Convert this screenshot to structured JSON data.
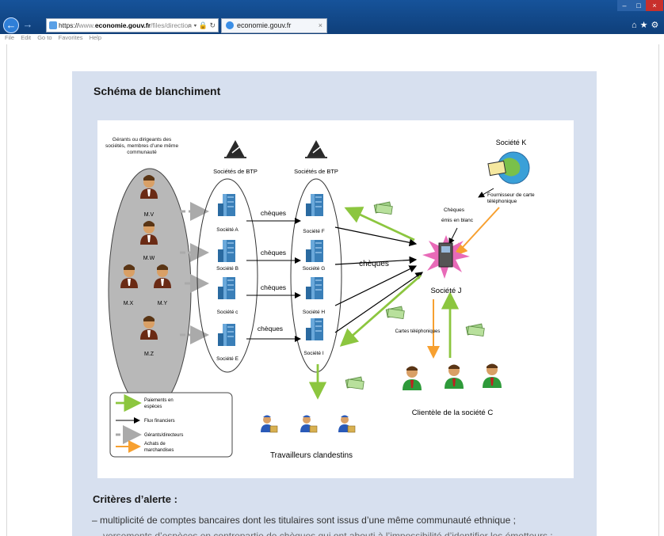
{
  "browser": {
    "url_scheme": "https://",
    "url_host": "www.",
    "url_domain": "economie.gouv.fr",
    "url_path": "/files/direction",
    "tab_title": "economie.gouv.fr",
    "tab_close": "×",
    "search_icon": "search-icon",
    "window_controls": [
      "–",
      "□",
      "×"
    ]
  },
  "menu": [
    "File",
    "Edit",
    "Go to",
    "Favorites",
    "Help"
  ],
  "page": {
    "title": "Schéma de blanchiment",
    "criteria_title": "Critères d’alerte :",
    "bullet1": "– multiplicité de comptes bancaires dont les titulaires sont issus d’une même communauté ethnique ;",
    "bullet2": "versements d’espèces en contrepartie de chèques qui ont abouti à l’impossibilité d’identifier les émetteurs ;"
  },
  "diagram": {
    "managers_caption": [
      "Gérants ou dirigeants des",
      "sociétés, membres d’une même",
      "communauté"
    ],
    "managers": [
      "M.V",
      "M.W",
      "M.X",
      "M.Y",
      "M.Z"
    ],
    "btp_left": "Sociétés de BTP",
    "btp_right": "Sociétés de BTP",
    "companies_left": [
      "Société A",
      "Société B",
      "Société c",
      "Société E"
    ],
    "companies_right": [
      "Société F",
      "Société G",
      "Société H",
      "Société I"
    ],
    "cheques_label": "chèques",
    "cheques_big": "chèques",
    "societe_k": "Société K",
    "fournisseur": [
      "Fournisseur de carte",
      "téléphonique"
    ],
    "cheques_blanc": [
      "Chèques",
      "émis en blanc"
    ],
    "societe_j": "Société J",
    "cartes_tel": "Cartes téléphoniques",
    "clientele": "Clientèle de la société C",
    "travailleurs": "Travailleurs clandestins",
    "legend": [
      {
        "label": [
          "Paiements en",
          "espèces"
        ],
        "color": "#8cc63f"
      },
      {
        "label": [
          "Flux financiers"
        ],
        "color": "#000000"
      },
      {
        "label": [
          "Gérants/directeurs"
        ],
        "color": "#aaaaaa"
      },
      {
        "label": [
          "Achats de",
          "marchandises"
        ],
        "color": "#f7a030"
      }
    ]
  }
}
